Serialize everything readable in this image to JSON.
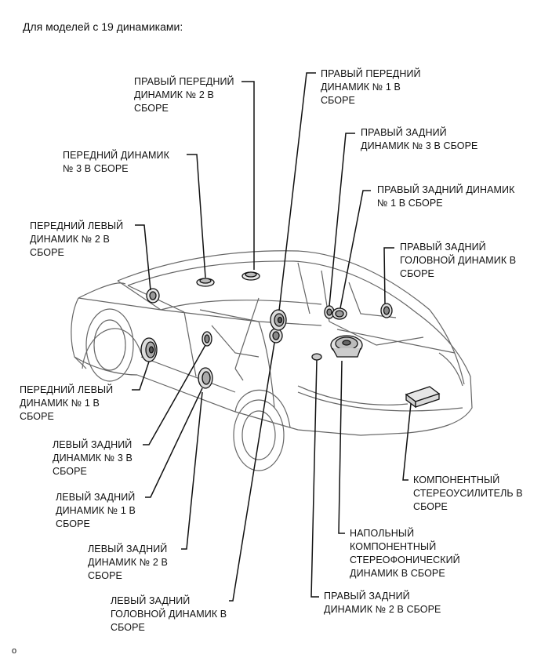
{
  "heading": "Для моделей с 19 динамиками:",
  "labels": {
    "front_right_2": "ПРАВЫЙ ПЕРЕДНИЙ\nДИНАМИК № 2 В\nСБОРЕ",
    "front_3": "ПЕРЕДНИЙ ДИНАМИК\n№ 3 В СБОРЕ",
    "front_left_2": "ПЕРЕДНИЙ ЛЕВЫЙ\nДИНАМИК № 2 В\nСБОРЕ",
    "front_left_1": "ПЕРЕДНИЙ ЛЕВЫЙ\nДИНАМИК № 1 В\nСБОРЕ",
    "rear_left_3": "ЛЕВЫЙ ЗАДНИЙ\nДИНАМИК № 3 В\nСБОРЕ",
    "rear_left_1": "ЛЕВЫЙ ЗАДНИЙ\nДИНАМИК № 1 В\nСБОРЕ",
    "rear_left_2": "ЛЕВЫЙ ЗАДНИЙ\nДИНАМИК № 2 В\nСБОРЕ",
    "rear_left_head": "ЛЕВЫЙ ЗАДНИЙ\nГОЛОВНОЙ ДИНАМИК В\nСБОРЕ",
    "front_right_1": "ПРАВЫЙ ПЕРЕДНИЙ\nДИНАМИК № 1 В\nСБОРЕ",
    "rear_right_3": "ПРАВЫЙ ЗАДНИЙ\nДИНАМИК № 3 В СБОРЕ",
    "rear_right_1": "ПРАВЫЙ ЗАДНИЙ ДИНАМИК\n№ 1 В СБОРЕ",
    "rear_right_head": "ПРАВЫЙ ЗАДНИЙ\nГОЛОВНОЙ ДИНАМИК В\nСБОРЕ",
    "amplifier": "КОМПОНЕНТНЫЙ\nСТЕРЕОУСИЛИТЕЛЬ В\nСБОРЕ",
    "floor_stereo": "НАПОЛЬНЫЙ\nКОМПОНЕНТНЫЙ\nСТЕРЕОФОНИЧЕСКИЙ\nДИНАМИК В СБОРЕ",
    "rear_right_2": "ПРАВЫЙ ЗАДНИЙ\nДИНАМИК № 2 В СБОРЕ"
  },
  "footnote": "o"
}
